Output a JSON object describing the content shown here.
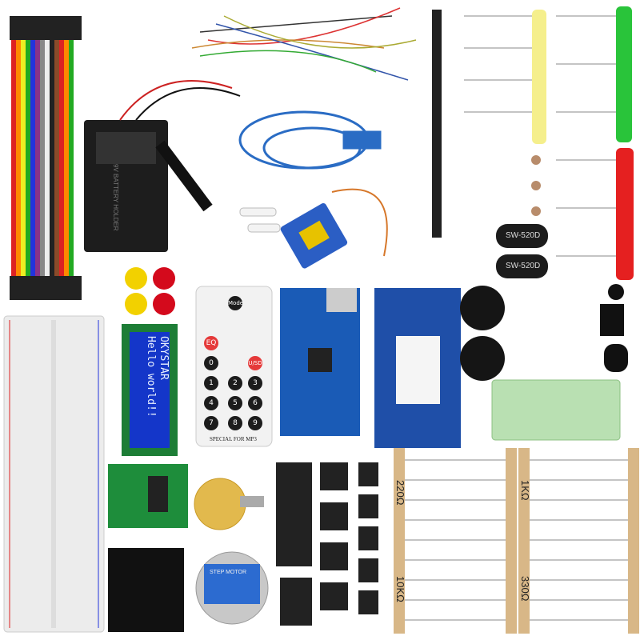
{
  "lcd": {
    "line1": "OKYSTAR",
    "line2": "Hello world!!"
  },
  "remote": {
    "buttons": [
      "Mode",
      "EQ",
      "U/SD",
      "0",
      "1",
      "2",
      "3",
      "4",
      "5",
      "6",
      "7",
      "8",
      "9"
    ],
    "footer": "SPECIAL FOR MP3"
  },
  "tilt_sensors": [
    "SW-520D",
    "SW-520D"
  ],
  "resistors": [
    "220Ω",
    "1KΩ",
    "10KΩ",
    "330Ω"
  ],
  "battery_box": "9V BATTERY HOLDER",
  "stepper": "STEP MOTOR"
}
